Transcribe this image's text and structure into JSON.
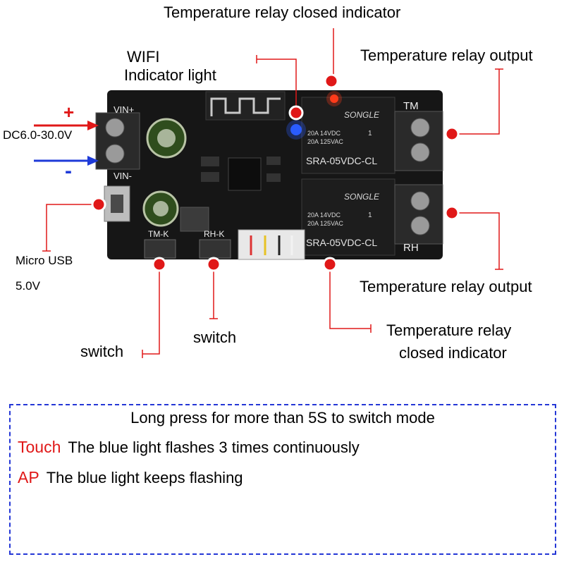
{
  "labels": {
    "top_indicator": "Temperature relay closed indicator",
    "wifi_line1": "WIFI",
    "wifi_line2": "Indicator light",
    "relay_output_top": "Temperature relay output",
    "relay_output_bottom": "Temperature relay output",
    "bottom_indicator_line1": "Temperature relay",
    "bottom_indicator_line2": "closed indicator",
    "power_input": "DC6.0-30.0V",
    "plus_sign": "+",
    "minus_sign": "-",
    "micro_usb_line1": "Micro USB",
    "micro_usb_line2": "5.0V",
    "switch_left": "switch",
    "switch_right": "switch"
  },
  "board": {
    "vin_plus": "VIN+",
    "vin_minus": "VIN-",
    "tm_terminal": "TM",
    "rh_terminal": "RH",
    "tm_key": "TM-K",
    "rh_key": "RH-K",
    "relay_brand": "SONGLE",
    "relay_rating_1": "20A 14VDC",
    "relay_rating_2": "20A 125VAC",
    "relay_model": "SRA-05VDC-CL",
    "relay_mark": "1"
  },
  "notes": {
    "title": "Long press for more than 5S to switch mode",
    "modes": [
      {
        "key": "Touch",
        "description": "The blue light flashes 3 times continuously"
      },
      {
        "key": "AP",
        "description": "The blue light keeps flashing"
      }
    ]
  },
  "colors": {
    "pcb": "#161616",
    "relay": "#1d1d1d",
    "terminal": "#2a2a2a",
    "leader_line": "#e01818",
    "marker": "#e01818",
    "plus_arrow": "#e01818",
    "minus_arrow": "#1e3ad8",
    "blue_led": "#2a5cff",
    "red_led": "#ff3b1a",
    "notes_border": "#2437d6"
  }
}
